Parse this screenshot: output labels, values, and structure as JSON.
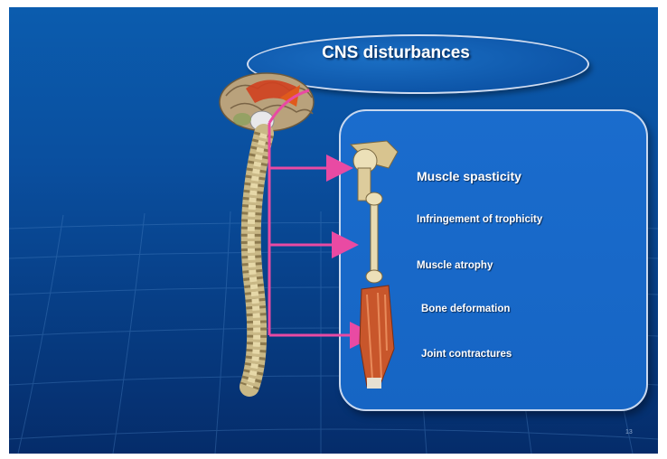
{
  "slide": {
    "title": "CNS disturbances",
    "effects": [
      "Muscle spasticity",
      "Infringement of trophicity",
      "Muscle atrophy",
      "Bone deformation",
      "Joint contractures"
    ],
    "page_number": "13"
  },
  "colors": {
    "background_top": "#0b5cae",
    "background_bottom": "#052c6a",
    "arrow": "#e94aa3",
    "label": "#ffffff",
    "box_border": "#c8d8ef"
  },
  "icons": {
    "brain": "brain-icon",
    "spine": "spine-icon",
    "shoulder": "shoulder-bone-icon",
    "long_bone": "long-bone-icon",
    "muscle": "muscle-icon"
  }
}
